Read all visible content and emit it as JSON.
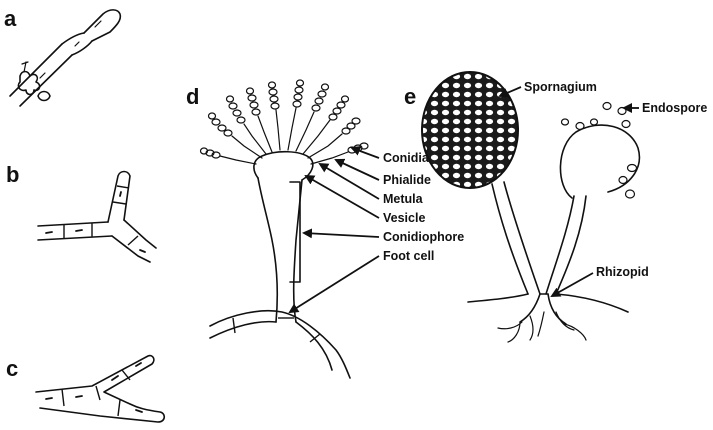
{
  "panels": {
    "a": "a",
    "b": "b",
    "c": "c",
    "d": "d",
    "e": "e"
  },
  "labels_d": {
    "conidia": "Conidia",
    "phialide": "Phialide",
    "metula": "Metula",
    "vesicle": "Vesicle",
    "conidiophore": "Conidiophore",
    "foot_cell": "Foot cell"
  },
  "labels_e": {
    "sporangium": "Spornagium",
    "endospore": "Endospore",
    "rhizopid": "Rhizopid"
  },
  "ink_color": "#111111",
  "background": "#ffffff"
}
